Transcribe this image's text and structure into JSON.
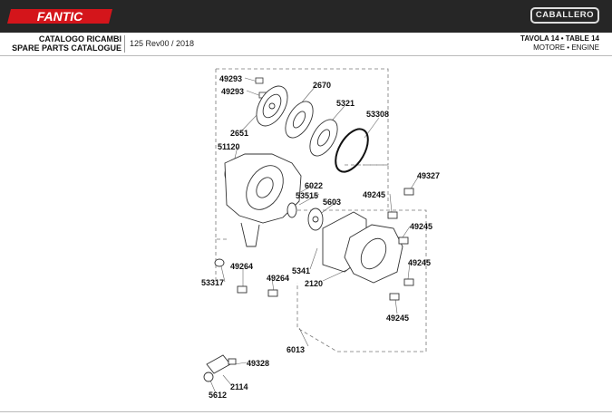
{
  "header": {
    "brand_logo": "FANTIC",
    "brand_color": "#d4151b",
    "model_logo": "CABALLERO",
    "catalog_line1": "CATALOGO RICAMBI",
    "catalog_line2": "SPARE PARTS CATALOGUE",
    "revision": "125 Rev00 / 2018",
    "table_line1": "TAVOLA 14 • TABLE 14",
    "table_line2": "MOTORE • ENGINE"
  },
  "parts": {
    "p49293a": "49293",
    "p49293b": "49293",
    "p2670": "2670",
    "p5321": "5321",
    "p53308": "53308",
    "p2651": "2651",
    "p51120": "51120",
    "p49327": "49327",
    "p6022": "6022",
    "p53515": "53515",
    "p5603": "5603",
    "p49245a": "49245",
    "p49245b": "49245",
    "p49245c": "49245",
    "p49245d": "49245",
    "p49264a": "49264",
    "p49264b": "49264",
    "p53317": "53317",
    "p5341": "5341",
    "p2120": "2120",
    "p6013": "6013",
    "p49328": "49328",
    "p2114": "2114",
    "p5612": "5612"
  }
}
